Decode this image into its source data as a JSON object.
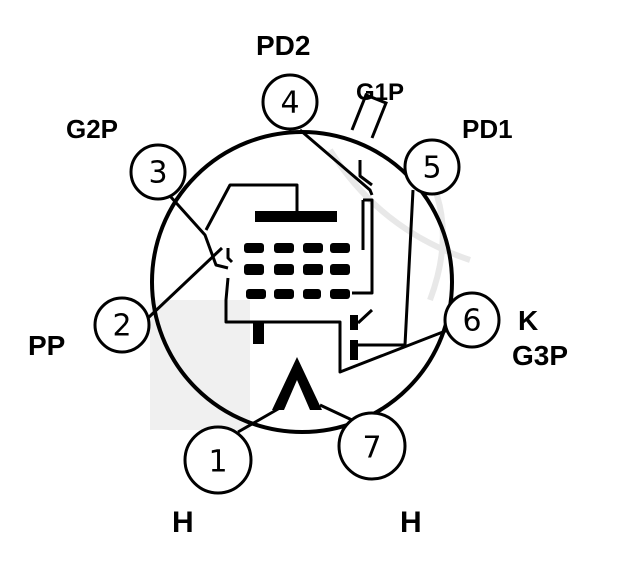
{
  "diagram": {
    "pins": [
      {
        "number": "1",
        "label": "H"
      },
      {
        "number": "2",
        "label": "PP"
      },
      {
        "number": "3",
        "label": "G2P"
      },
      {
        "number": "4",
        "label": "PD2"
      },
      {
        "number": "5",
        "label": "PD1"
      },
      {
        "number": "6",
        "label": "K"
      },
      {
        "number": "7",
        "label": "H"
      }
    ],
    "extra_labels": {
      "g3p": "G3P",
      "g1p": "G1P"
    },
    "colors": {
      "ink": "#000000",
      "background": "#ffffff",
      "watermark": "#e6e6e6"
    }
  }
}
